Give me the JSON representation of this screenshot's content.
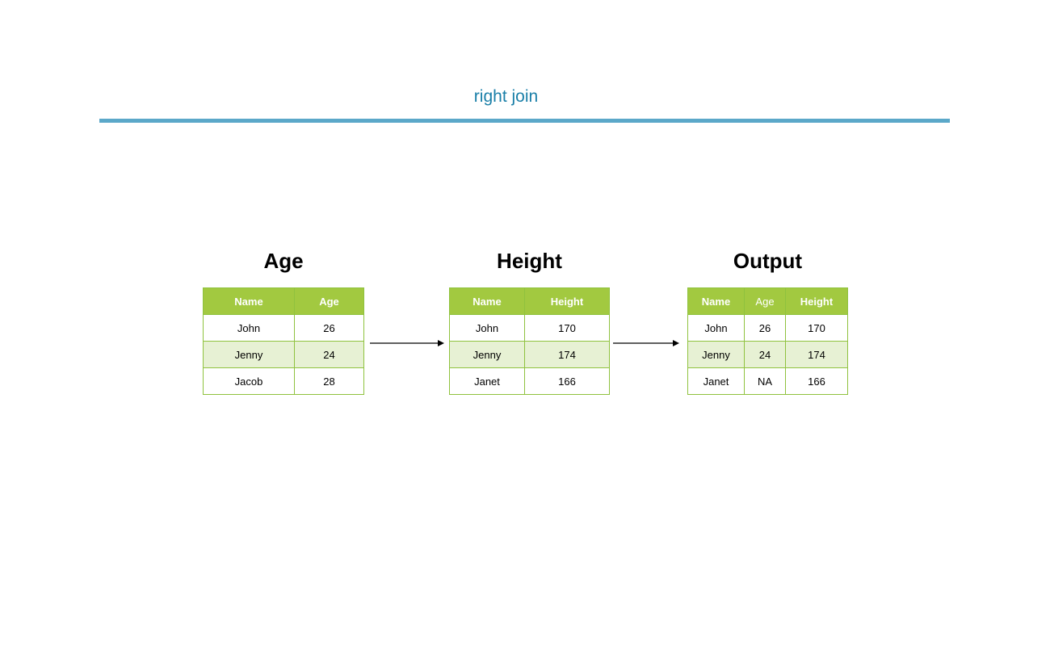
{
  "title": "right join",
  "tables": [
    {
      "title": "Age",
      "columns": [
        "Name",
        "Age"
      ],
      "rows": [
        [
          "John",
          "26"
        ],
        [
          "Jenny",
          "24"
        ],
        [
          "Jacob",
          "28"
        ]
      ]
    },
    {
      "title": "Height",
      "columns": [
        "Name",
        "Height"
      ],
      "rows": [
        [
          "John",
          "170"
        ],
        [
          "Jenny",
          "174"
        ],
        [
          "Janet",
          "166"
        ]
      ]
    },
    {
      "title": "Output",
      "columns": [
        "Name",
        "Age",
        "Height"
      ],
      "rows": [
        [
          "John",
          "26",
          "170"
        ],
        [
          "Jenny",
          "24",
          "174"
        ],
        [
          "Janet",
          "NA",
          "166"
        ]
      ]
    }
  ],
  "colors": {
    "header_fill": "#a2c940",
    "border": "#8fc23e",
    "alt_row_fill": "#e7f1d4",
    "title_text": "#1a7fa8",
    "title_rule": "#5ba8c9"
  }
}
